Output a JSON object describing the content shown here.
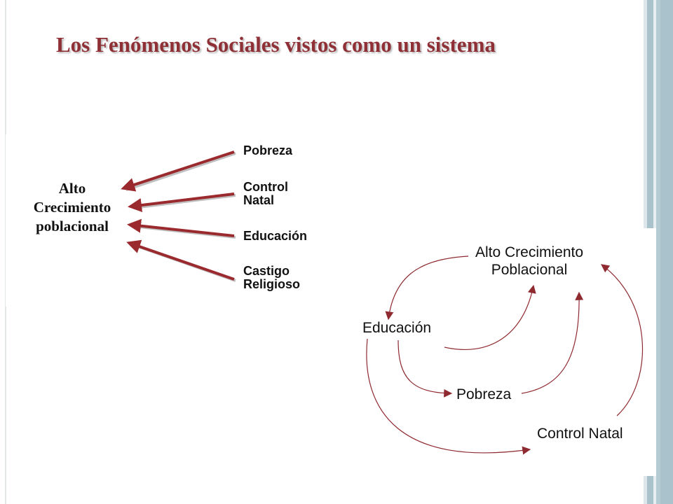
{
  "title": "Los Fenómenos Sociales vistos como un sistema",
  "left_diagram": {
    "target": {
      "line1": "Alto",
      "line2": "Crecimiento",
      "line3": "poblacional"
    },
    "causes": [
      {
        "line1": "Pobreza",
        "line2": ""
      },
      {
        "line1": "Control",
        "line2": "Natal"
      },
      {
        "line1": "Educación",
        "line2": ""
      },
      {
        "line1": "Castigo",
        "line2": "Religioso"
      }
    ],
    "arrow_color": "#9b2a2f"
  },
  "loop_diagram": {
    "nodes": {
      "alto": {
        "line1": "Alto Crecimiento",
        "line2": "Poblacional"
      },
      "educacion": "Educación",
      "pobreza": "Pobreza",
      "control": "Control Natal"
    },
    "edges": [
      {
        "from": "alto",
        "to": "educacion"
      },
      {
        "from": "educacion",
        "to": "alto"
      },
      {
        "from": "educacion",
        "to": "pobreza"
      },
      {
        "from": "pobreza",
        "to": "alto"
      },
      {
        "from": "educacion",
        "to": "control"
      },
      {
        "from": "control",
        "to": "alto"
      }
    ],
    "line_color": "#8e2a30"
  }
}
